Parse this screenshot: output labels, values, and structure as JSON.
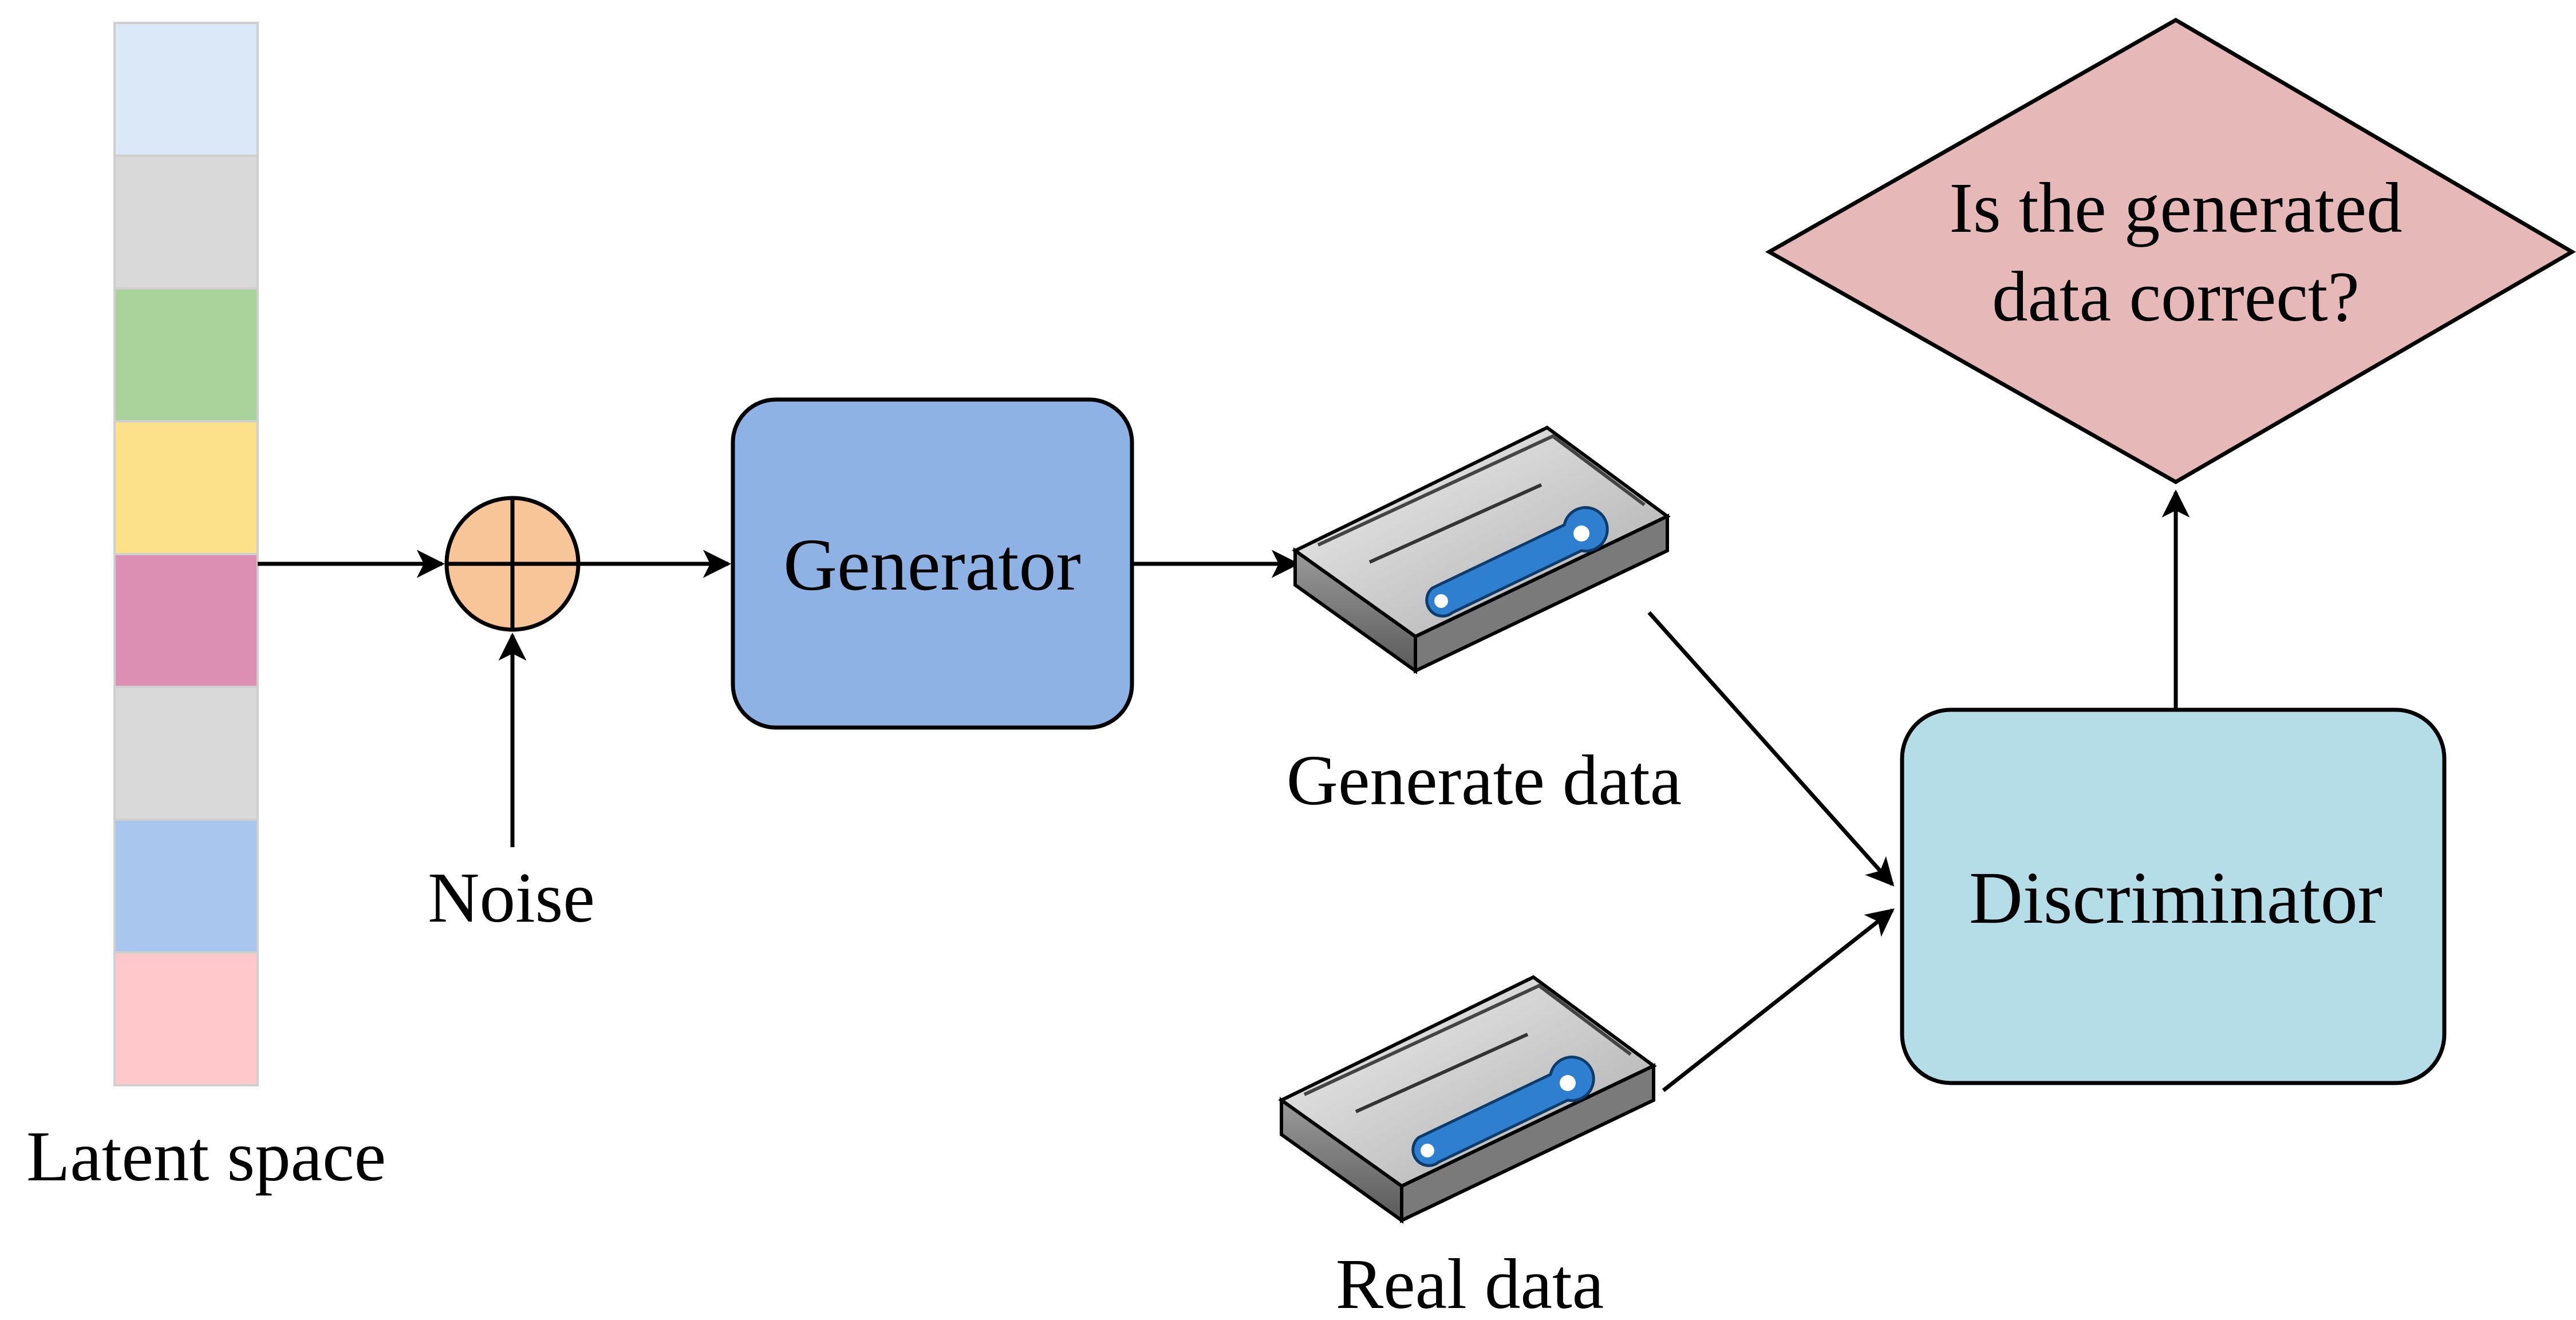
{
  "labels": {
    "latent_space": "Latent space",
    "noise": "Noise",
    "generator": "Generator",
    "generate_data": "Generate data",
    "real_data": "Real data",
    "discriminator": "Discriminator",
    "question_line1": "Is the generated",
    "question_line2": "data correct?"
  },
  "colors": {
    "latent_cells": [
      "#dbe8f8",
      "#d9d9d9",
      "#a9d39a",
      "#fde08a",
      "#dc8fb3",
      "#d9d9d9",
      "#a8c6ee",
      "#ffc9cc"
    ],
    "sum_node": "#f8c598",
    "generator": "#8eb2e3",
    "discriminator": "#b5dde7",
    "decision": "#e6b8b7",
    "stroke": "#000000"
  },
  "icons": {
    "sum_node": "circle-plus-icon",
    "generated_data": "data-cartridge-icon",
    "real_data": "data-cartridge-icon"
  }
}
